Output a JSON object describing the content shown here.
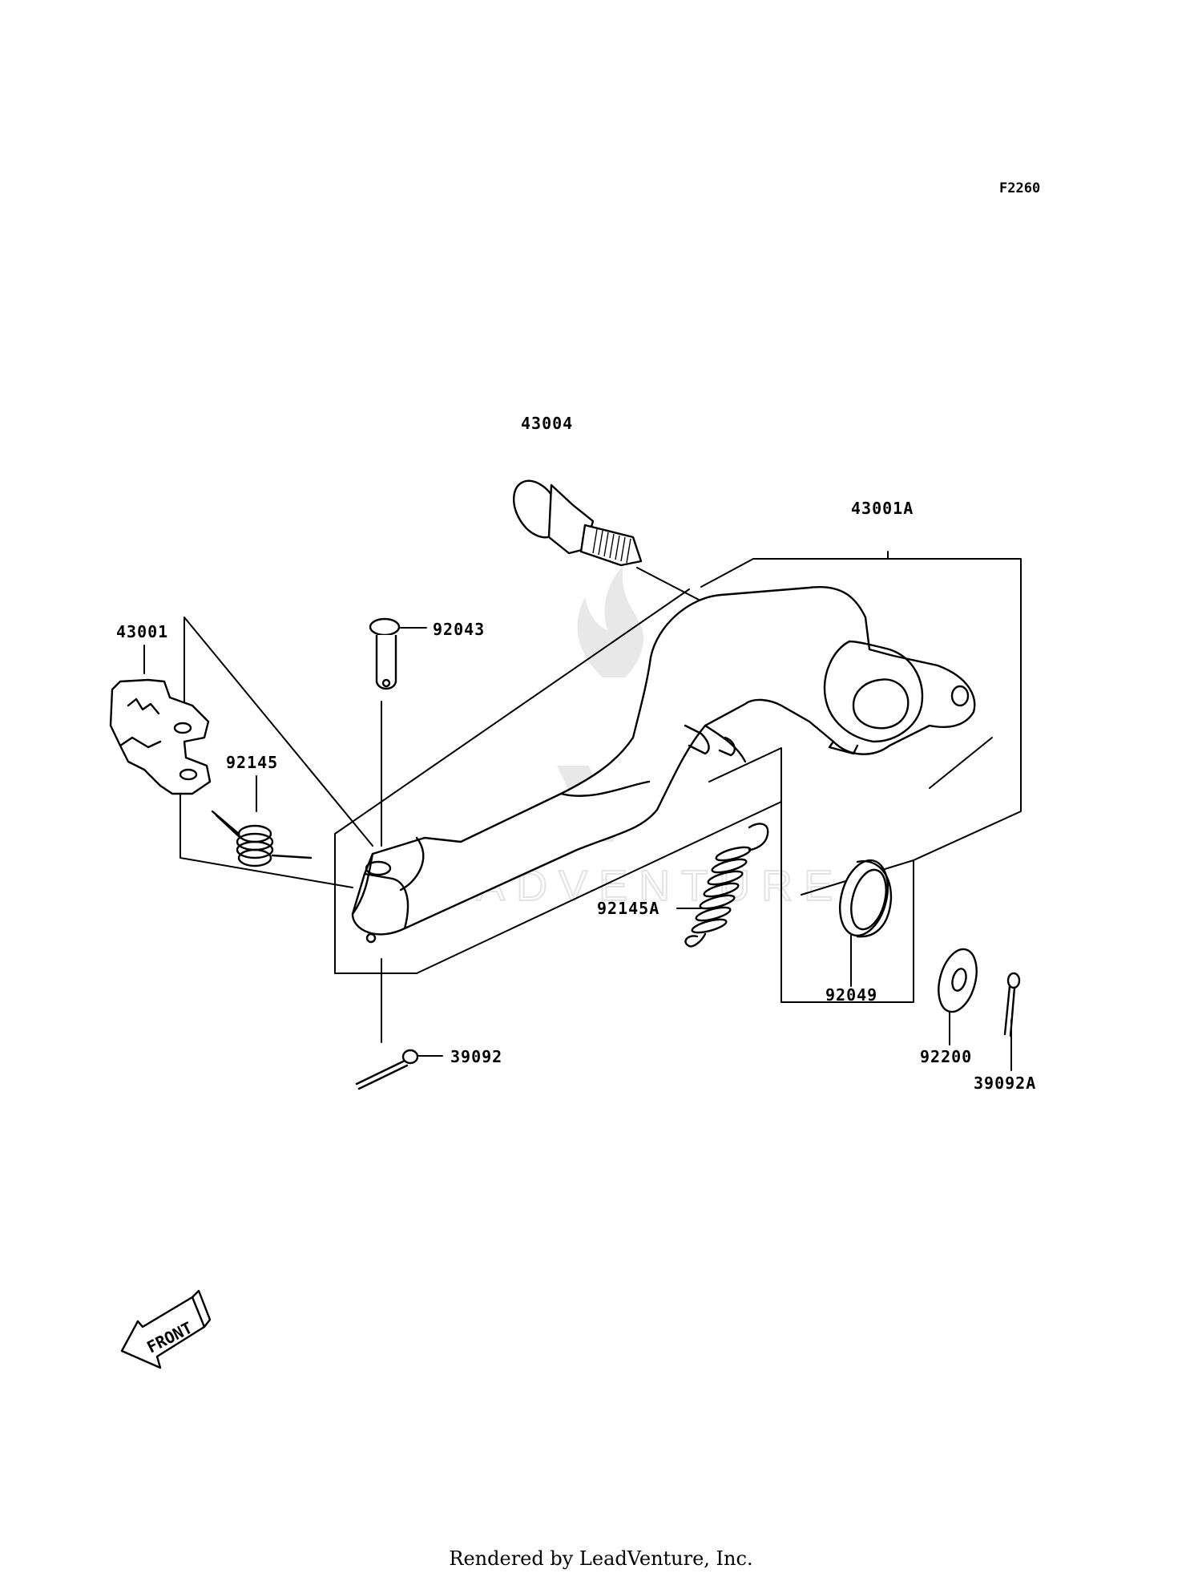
{
  "figure_code": "F2260",
  "parts": [
    {
      "id": "p43004",
      "label": "43004",
      "name": "pivot-bolt"
    },
    {
      "id": "p43001A",
      "label": "43001A",
      "name": "brake-pedal"
    },
    {
      "id": "p43001",
      "label": "43001",
      "name": "pedal-tip"
    },
    {
      "id": "p92043",
      "label": "92043",
      "name": "clevis-pin"
    },
    {
      "id": "p92145",
      "label": "92145",
      "name": "torsion-spring"
    },
    {
      "id": "p92145A",
      "label": "92145A",
      "name": "return-spring"
    },
    {
      "id": "p92049",
      "label": "92049",
      "name": "oil-seal"
    },
    {
      "id": "p92200",
      "label": "92200",
      "name": "washer"
    },
    {
      "id": "p39092",
      "label": "39092",
      "name": "cotter-pin"
    },
    {
      "id": "p39092A",
      "label": "39092A",
      "name": "cotter-pin-a"
    }
  ],
  "front_indicator": "FRONT",
  "watermark": "LEADVENTURE",
  "footer": "Rendered by LeadVenture, Inc."
}
